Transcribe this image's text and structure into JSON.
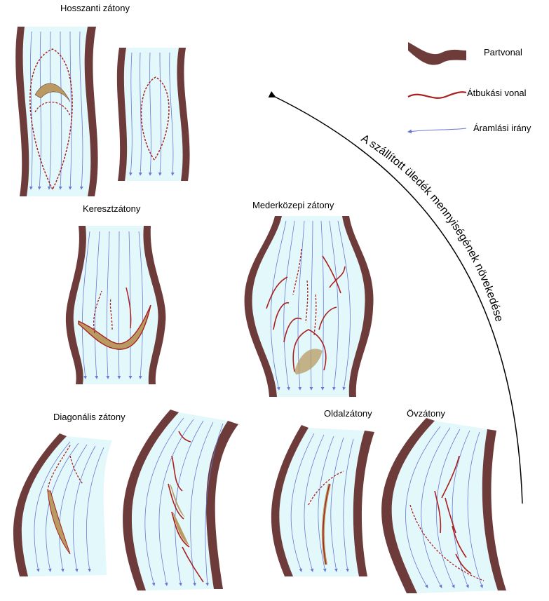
{
  "diagram": {
    "panel_labels": {
      "longitudinal": "Hosszanti zátony",
      "transverse": "Keresztzátony",
      "mid_channel": "Mederközepi zátony",
      "diagonal": "Diagonális zátony",
      "side": "Oldalzátony",
      "point": "Övzátony"
    },
    "arrow_label": "A szállított üledék mennyiségének növekedése",
    "legend": {
      "bank": "Partvonal",
      "overflow_line": "Átbukási vonal",
      "flow_direction": "Áramlási irány"
    },
    "colors": {
      "water": "#e3f8fb",
      "bank": "#6e3b3b",
      "sand": "#b89a62",
      "overflow": "#a8201f",
      "flow": "#6a77d6"
    }
  }
}
